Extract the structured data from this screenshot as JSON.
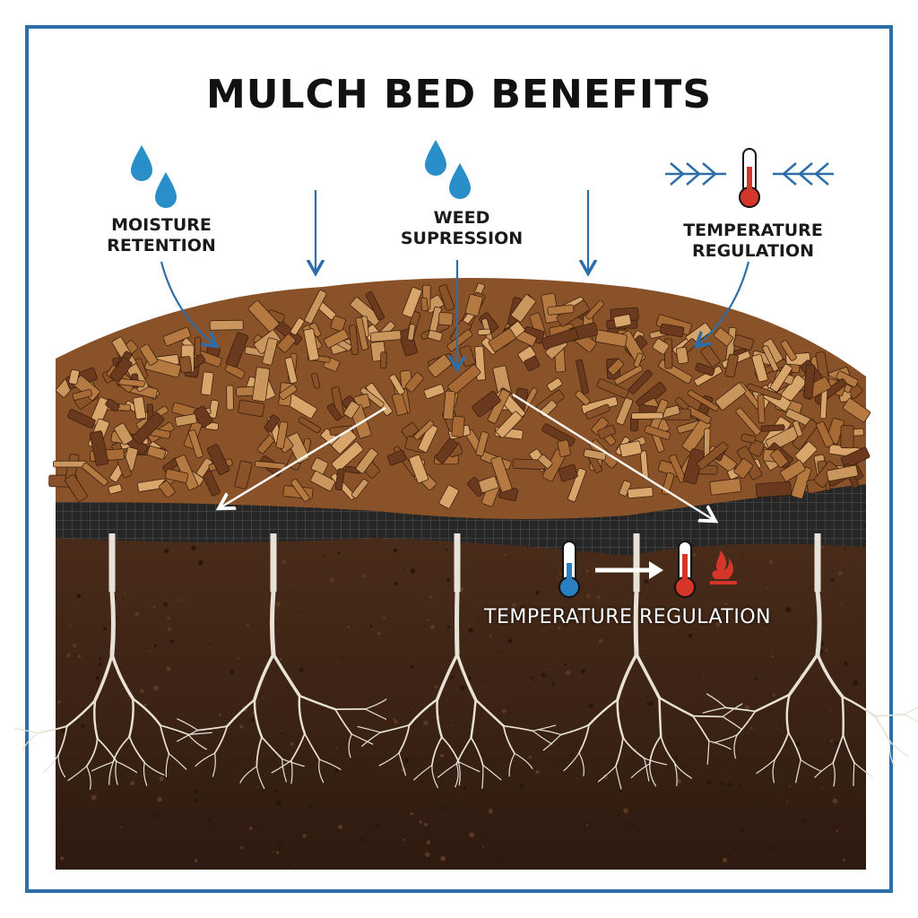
{
  "title": "MULCH BED BENEFITS",
  "labels": {
    "moisture": [
      "MOISTURE",
      "RETENTION"
    ],
    "weed": [
      "WEED",
      "SUPRESSION"
    ],
    "temperature": [
      "TEMPERATURE",
      "REGULATION"
    ],
    "soil_temperature": "TEMPERATURE REGULATION"
  },
  "colors": {
    "frame": "#2e6ea8",
    "arrow": "#2e6ea8",
    "water": "#2a8fc9",
    "mulch_light": "#c9975e",
    "mulch_mid": "#a86a34",
    "mulch_dark": "#6b3a1e",
    "fabric": "#2b2b2b",
    "soil": "#3e2416",
    "root": "#e8e2d6",
    "hot": "#d6362a",
    "cold": "#2a7fc0"
  },
  "icons": [
    "water-drop-icon",
    "thermometer-icon",
    "converging-arrows-icon",
    "flame-icon"
  ]
}
